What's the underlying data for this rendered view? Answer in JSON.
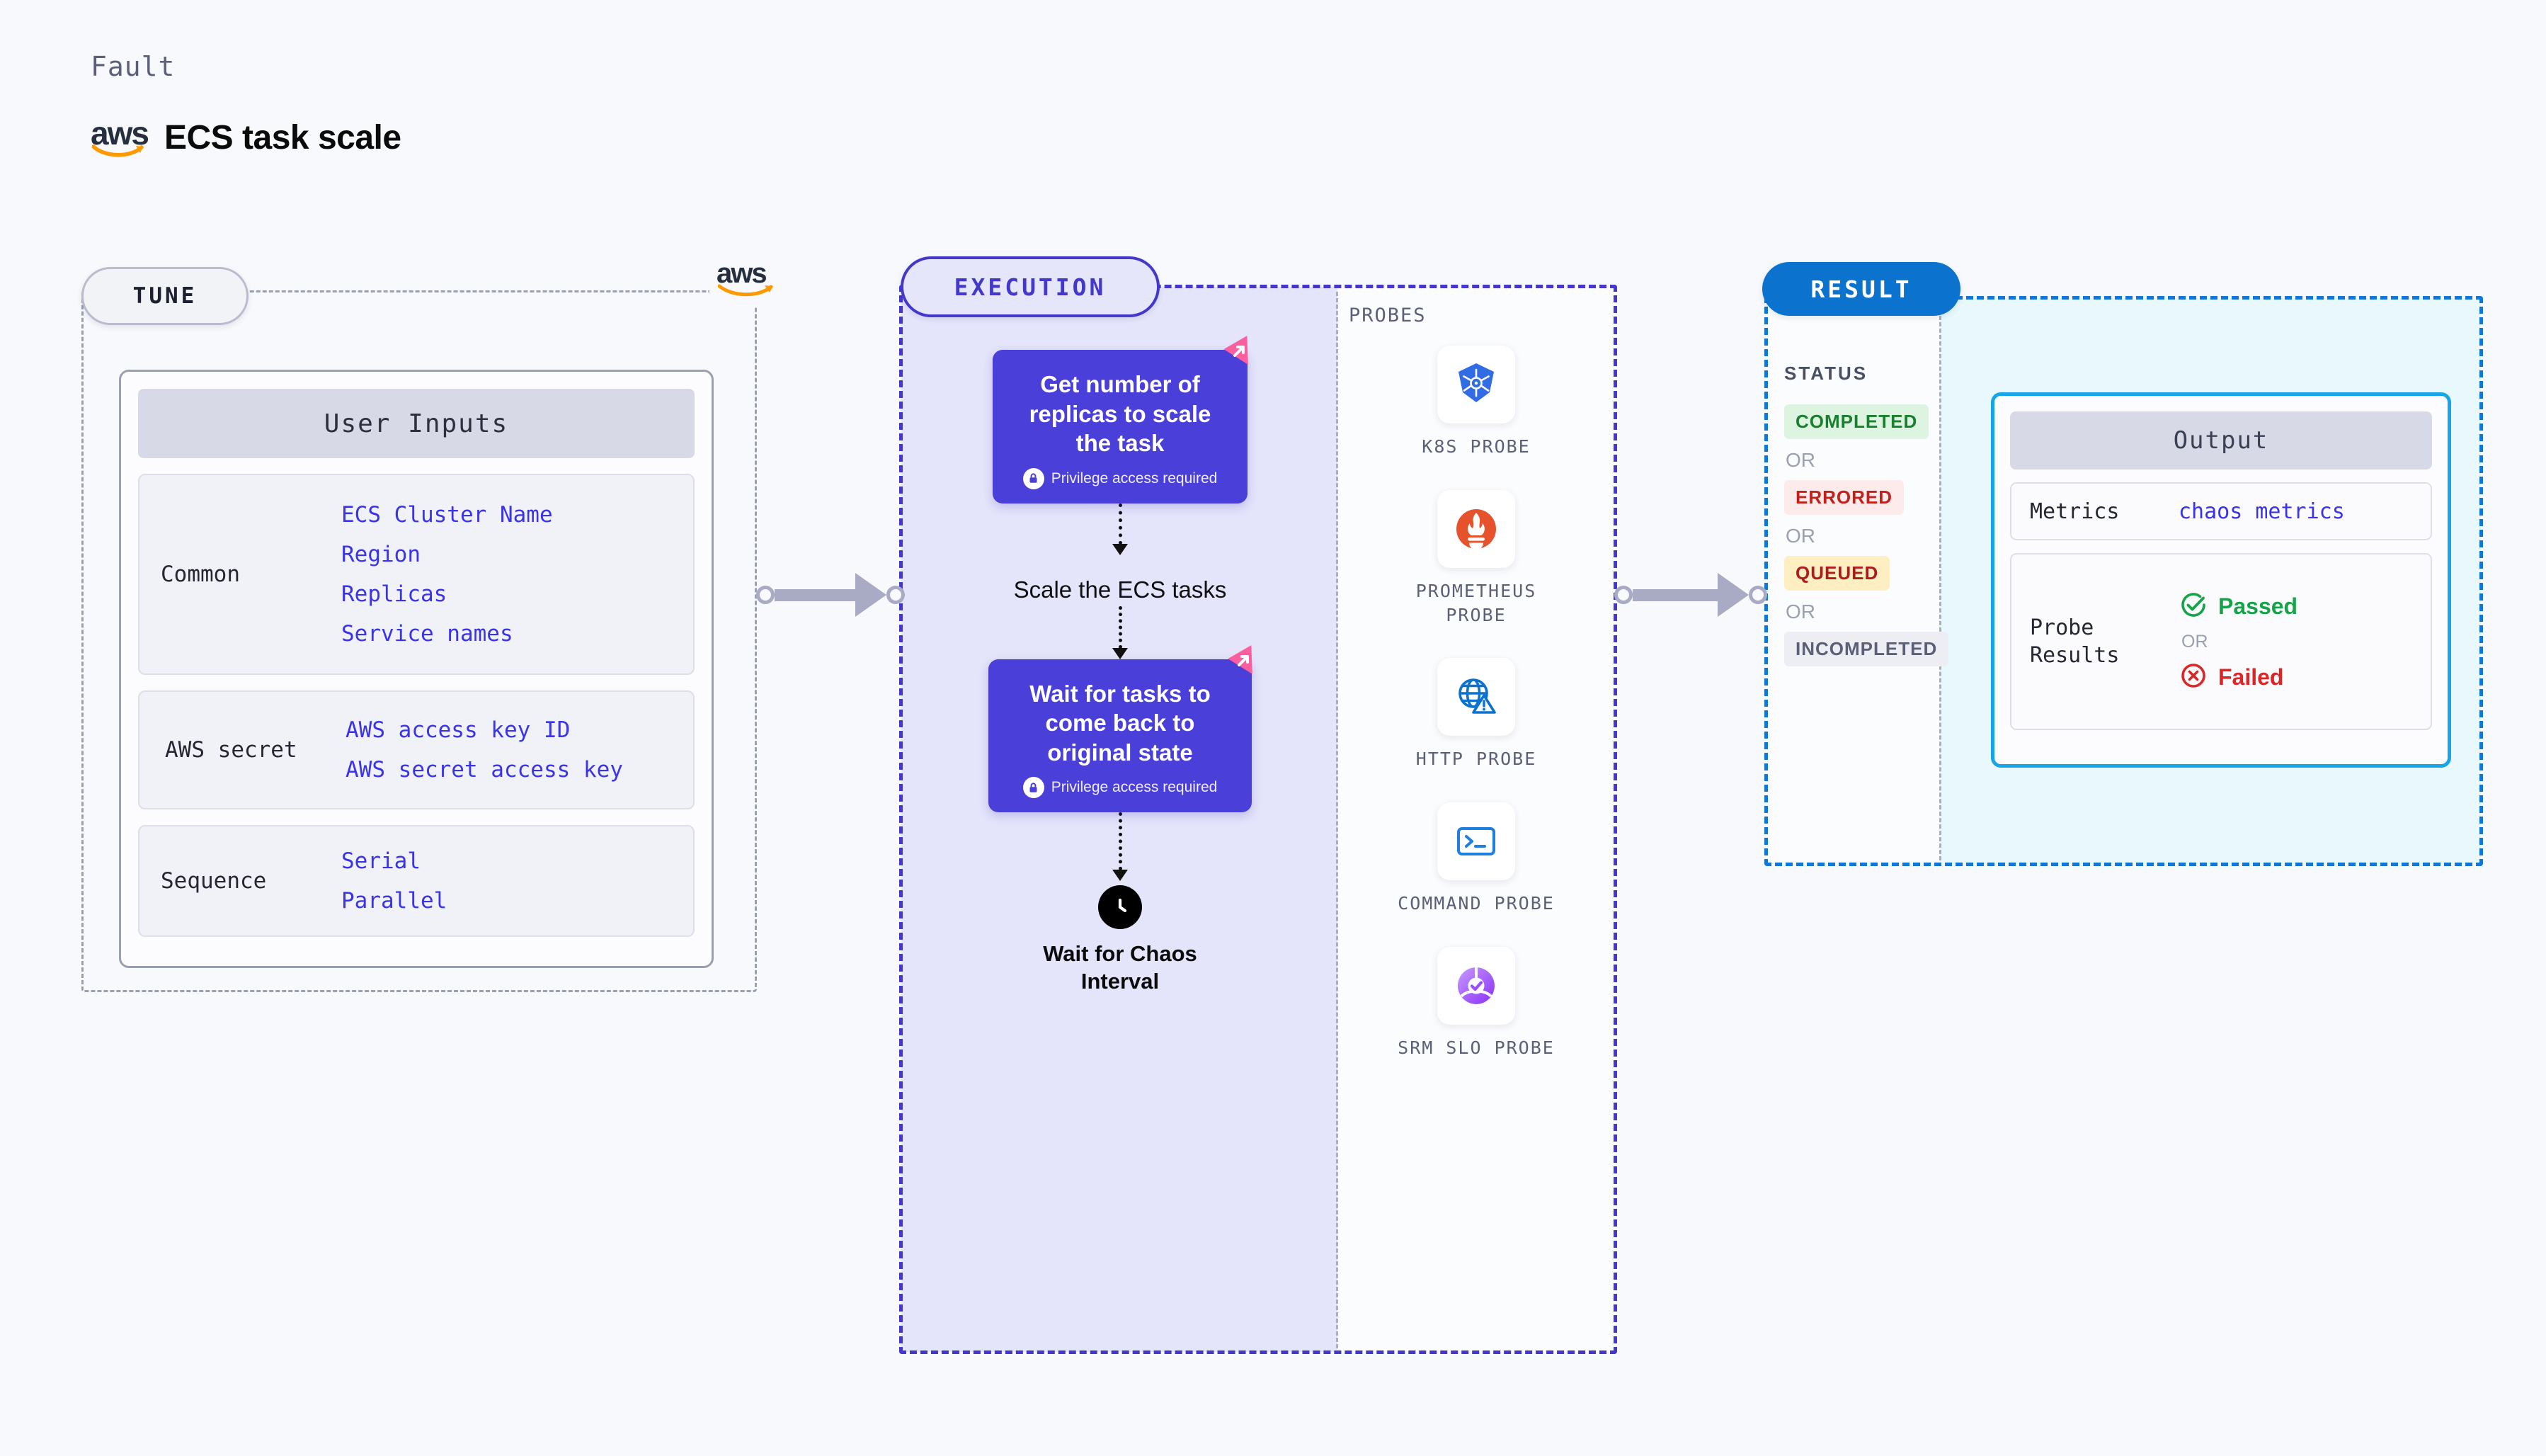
{
  "header": {
    "eyebrow": "Fault",
    "vendor_logo": "aws-logo",
    "vendor_text": "aws",
    "fault_name": "ECS task scale"
  },
  "tune": {
    "pill_label": "TUNE",
    "vendor_badge": "aws",
    "card_title": "User Inputs",
    "groups": [
      {
        "label": "Common",
        "values": [
          "ECS Cluster Name",
          "Region",
          "Replicas",
          "Service names"
        ]
      },
      {
        "label": "AWS secret",
        "values": [
          "AWS access key ID",
          "AWS secret access key"
        ]
      },
      {
        "label": "Sequence",
        "values": [
          "Serial",
          "Parallel"
        ]
      }
    ]
  },
  "execution": {
    "pill_label": "EXECUTION",
    "steps": {
      "card1_title": "Get number of replicas to scale the task",
      "card1_privilege": "Privilege access required",
      "middle_label": "Scale the ECS tasks",
      "card2_title": "Wait for tasks to come back to original state",
      "card2_privilege": "Privilege access required",
      "wait_label": "Wait for Chaos Interval"
    },
    "probes_label": "PROBES",
    "probes": [
      {
        "name": "K8S PROBE",
        "icon": "kubernetes-icon",
        "color": "#326CE5"
      },
      {
        "name": "PROMETHEUS PROBE",
        "icon": "prometheus-icon",
        "color": "#E6522C"
      },
      {
        "name": "HTTP PROBE",
        "icon": "http-globe-warning-icon",
        "color": "#0B72CE"
      },
      {
        "name": "COMMAND PROBE",
        "icon": "terminal-prompt-icon",
        "color": "#1E7FDE"
      },
      {
        "name": "SRM SLO PROBE",
        "icon": "srm-slo-donut-check-icon",
        "color": "#9B4DFF"
      }
    ]
  },
  "result": {
    "pill_label": "RESULT",
    "status_heading": "STATUS",
    "statuses": [
      {
        "label": "COMPLETED",
        "text_color": "#1a7f2e",
        "bg_color": "#ddf5e0"
      },
      {
        "label": "ERRORED",
        "text_color": "#c0211b",
        "bg_color": "#fdeaea"
      },
      {
        "label": "QUEUED",
        "text_color": "#b01a1a",
        "bg_color": "#fdefc2"
      },
      {
        "label": "INCOMPLETED",
        "text_color": "#5b6077",
        "bg_color": "#eceef4"
      }
    ],
    "or_label": "OR",
    "output": {
      "title": "Output",
      "metrics_label": "Metrics",
      "metrics_value": "chaos metrics",
      "probe_results_label": "Probe Results",
      "passed_label": "Passed",
      "failed_label": "Failed",
      "or_label": "OR"
    }
  },
  "colors": {
    "page_bg": "#f8f9fc",
    "execution_bg": "#e4e4fb",
    "execution_border": "#4338ca",
    "result_border": "#1276d6",
    "result_output_bg": "#e8f8fd",
    "task_card": "#4a3fd8",
    "ribbon": "#fb5f9d",
    "link_blue": "#3a33e8"
  }
}
